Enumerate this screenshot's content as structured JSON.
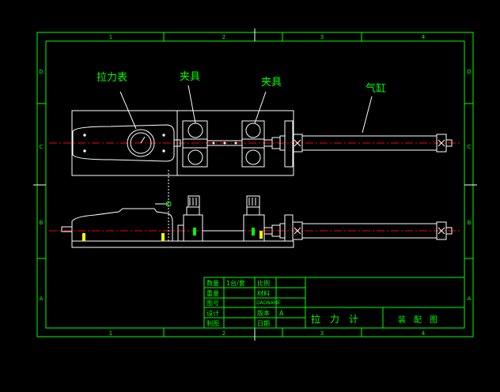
{
  "colors": {
    "background": "#000000",
    "frame": "#00ff00",
    "part": "#ffffff",
    "centerline": "#ff0000",
    "label": "#00ff00",
    "title_text": "#00ff00",
    "leader": "#ffffff",
    "marker": "#ffff00"
  },
  "zones": {
    "columns": [
      "1",
      "2",
      "3",
      "4"
    ],
    "rows": [
      "D",
      "C",
      "B",
      "A"
    ]
  },
  "callouts": {
    "gauge": "拉力表",
    "clamp_left": "夹具",
    "clamp_right": "夹具",
    "cylinder": "气缸"
  },
  "title_block": {
    "quantity_label": "数量",
    "quantity_value": "1台/套",
    "scale_label": "比例",
    "scale_value": "",
    "weight_label": "重量",
    "material_label": "材料",
    "drawing_no_label": "图号",
    "drawing_name": "DAGNAME",
    "design_label": "设计",
    "version_label": "版本",
    "version_value": "A",
    "drawn_label": "制图",
    "date_label": "日期",
    "product_name": "拉　力　计",
    "drawing_type": "装　配　图"
  }
}
